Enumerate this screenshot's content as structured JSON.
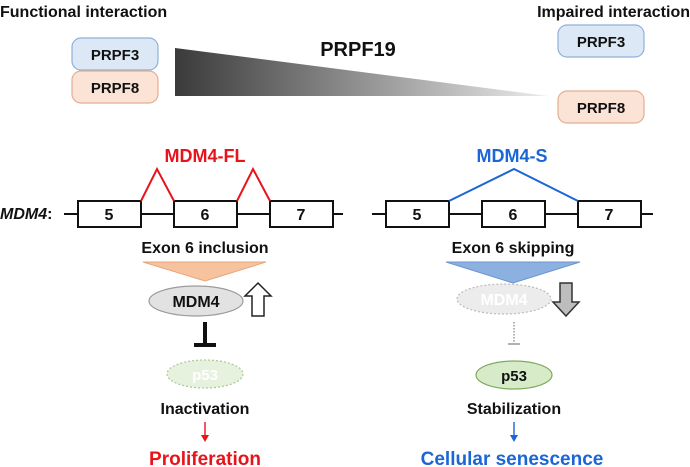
{
  "header": {
    "left_title": "Functional interaction",
    "right_title": "Impaired interaction",
    "center_title": "PRPF19"
  },
  "left_badges": {
    "top": "PRPF3",
    "bottom": "PRPF8"
  },
  "right_badges": {
    "top": "PRPF3",
    "bottom": "PRPF8"
  },
  "gene_label": "MDM4",
  "gene_suffix": ":",
  "left_path": {
    "isoform": "MDM4-FL",
    "exons": [
      "5",
      "6",
      "7"
    ],
    "splicing": "Exon 6 inclusion",
    "protein": "MDM4",
    "p53": "p53",
    "state": "Inactivation",
    "outcome": "Proliferation"
  },
  "right_path": {
    "isoform": "MDM4-S",
    "exons": [
      "5",
      "6",
      "7"
    ],
    "splicing": "Exon 6 skipping",
    "protein": "MDM4",
    "p53": "p53",
    "state": "Stabilization",
    "outcome": "Cellular senescence"
  },
  "colors": {
    "red": "#e8141b",
    "blue": "#1a66d6",
    "prpf3_fill": "#dde8f6",
    "prpf3_stroke": "#8fb0d8",
    "prpf8_fill": "#fbe3d5",
    "prpf8_stroke": "#e4ae92",
    "orange_tri": "#f7c39f",
    "blue_tri": "#8cb1e1",
    "p53_fill": "#d7ebc8",
    "p53_stroke": "#7faa63"
  },
  "icons": {
    "up_arrow": "arrow-up-icon",
    "down_arrow": "arrow-down-icon",
    "inhibit": "inhibition-t-icon"
  }
}
